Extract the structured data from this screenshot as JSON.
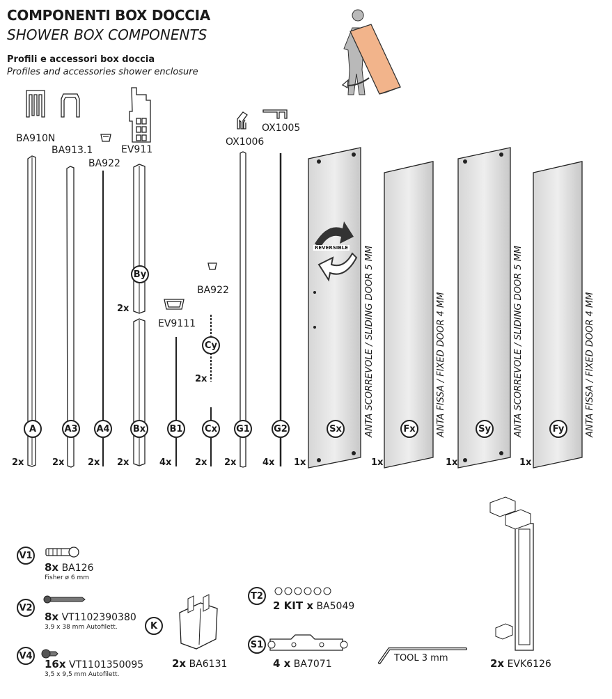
{
  "header": {
    "title_it": "COMPONENTI BOX DOCCIA",
    "title_en": "SHOWER BOX COMPONENTS",
    "subtitle_it": "Profili e accessori box doccia",
    "subtitle_en": "Profiles and accessories shower enclosure"
  },
  "profile_codes": {
    "ba910n": "BA910N",
    "ba913": "BA913.1",
    "ba922_a": "BA922",
    "ev911": "EV911",
    "ba922_b": "BA922",
    "ev9111": "EV9111",
    "ox1006": "OX1006",
    "ox1005": "OX1005"
  },
  "parts": [
    {
      "letter": "A",
      "qty": "2x"
    },
    {
      "letter": "A3",
      "qty": "2x"
    },
    {
      "letter": "A4",
      "qty": "2x"
    },
    {
      "letter": "Bx",
      "qty": "2x"
    },
    {
      "letter": "B1",
      "qty": "4x"
    },
    {
      "letter": "Cx",
      "qty": "2x"
    },
    {
      "letter": "G1",
      "qty": "2x"
    },
    {
      "letter": "G2",
      "qty": "4x"
    },
    {
      "letter": "Sx",
      "qty": "1x"
    },
    {
      "letter": "Fx",
      "qty": "1x"
    },
    {
      "letter": "Sy",
      "qty": "1x"
    },
    {
      "letter": "Fy",
      "qty": "1x"
    }
  ],
  "extra_parts": {
    "by": {
      "letter": "By",
      "qty": "2x"
    },
    "cy": {
      "letter": "Cy",
      "qty": "2x"
    }
  },
  "panels": {
    "sliding": "ANTA SCORREVOLE / SLIDING DOOR 5 MM",
    "fixed": "ANTA FISSA / FIXED DOOR 4 MM",
    "reversible": "REVERSIBLE"
  },
  "accessories": {
    "v1": {
      "letter": "V1",
      "qty": "8x",
      "code": "BA126",
      "note": "Fisher ø 6 mm"
    },
    "v2": {
      "letter": "V2",
      "qty": "8x",
      "code": "VT1102390380",
      "note": "3,9 x 38 mm Autofilett."
    },
    "v4": {
      "letter": "V4",
      "qty": "16x",
      "code": "VT1101350095",
      "note": "3,5 x 9,5 mm Autofilett."
    },
    "k": {
      "letter": "K",
      "qty": "2x",
      "code": "BA6131"
    },
    "t2": {
      "letter": "T2",
      "qty": "2 KIT x",
      "code": "BA5049"
    },
    "s1": {
      "letter": "S1",
      "qty": "4 x",
      "code": "BA7071"
    },
    "tool": {
      "label": "TOOL 3 mm"
    },
    "handle": {
      "qty": "2x",
      "code": "EVK6126"
    }
  },
  "colors": {
    "glass": "#c9c9c9",
    "man": "#b9b9b9",
    "board": "#f2b48b"
  }
}
